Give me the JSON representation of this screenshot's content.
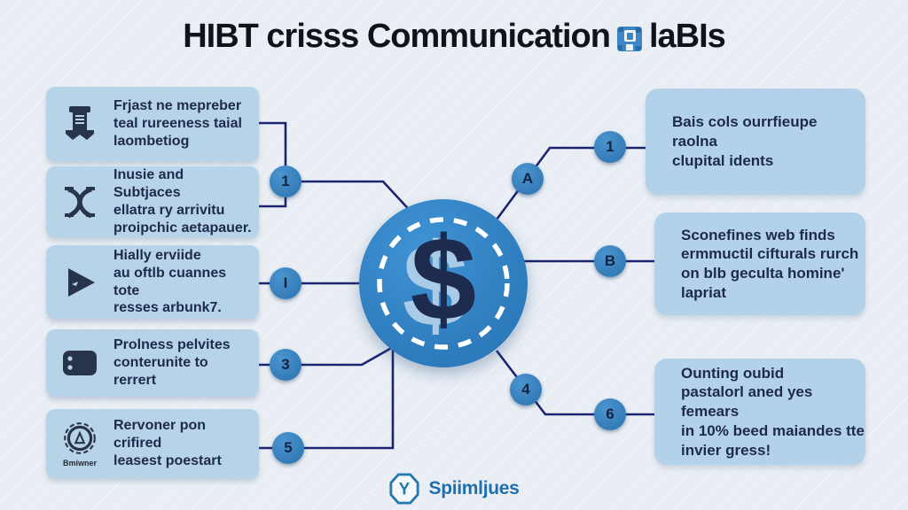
{
  "title": {
    "text": "HIBT crisss Communication",
    "icon": "pixel-portrait-icon",
    "suffix": "laBIs"
  },
  "center": {
    "symbol": "$",
    "icon": "dollar-coin-icon"
  },
  "left_boxes": [
    {
      "icon": "scroll-icon",
      "lines": [
        "Frjast ne mepreber",
        "teal rureeness taial",
        "laombetiog"
      ]
    },
    {
      "icon": "crossed-hooks-icon",
      "lines": [
        "Inusie and Subtjaces",
        "ellatra ry arrivitu",
        "proipchic aetapauer."
      ]
    },
    {
      "icon": "play-arrow-icon",
      "lines": [
        "Hially erviide",
        "au oftlb cuannes tote",
        "resses arbunk7."
      ]
    },
    {
      "icon": "card-icon",
      "lines": [
        "Prolness pelvites",
        "conterunite to rerrert"
      ]
    },
    {
      "icon": "badge-icon",
      "icon_caption": "Bmiwner",
      "lines": [
        "Rervoner pon crifired",
        "leasest poestart"
      ]
    }
  ],
  "right_boxes": [
    {
      "lines": [
        "Bais cols ourrfieupe raolna",
        "clupital idents"
      ]
    },
    {
      "lines": [
        "Sconefines web finds",
        "ermmuctil cifturals rurch",
        "on blb geculta homine'",
        "lapriat"
      ]
    },
    {
      "lines": [
        "Ounting oubid",
        "pastalorl aned yes femears",
        "in 10% beed maiandes tte",
        "invier gress!"
      ]
    }
  ],
  "nodes": [
    {
      "label": "1"
    },
    {
      "label": "I"
    },
    {
      "label": "3"
    },
    {
      "label": "5"
    },
    {
      "label": "A"
    },
    {
      "label": "1"
    },
    {
      "label": "B"
    },
    {
      "label": "4"
    },
    {
      "label": "6"
    }
  ],
  "footer": {
    "logo_letter": "Y",
    "brand": "Spiimljues"
  },
  "colors": {
    "background": "#e9eef4",
    "box_fill": "#b5d3e9",
    "coin_blue": "#2d7fc0",
    "line_navy": "#1b2470",
    "text_navy": "#1d2a4c",
    "dollar_navy": "#1d2b4f",
    "dollar_shadow": "#a9cbe7",
    "brand_blue": "#1e6fad"
  }
}
